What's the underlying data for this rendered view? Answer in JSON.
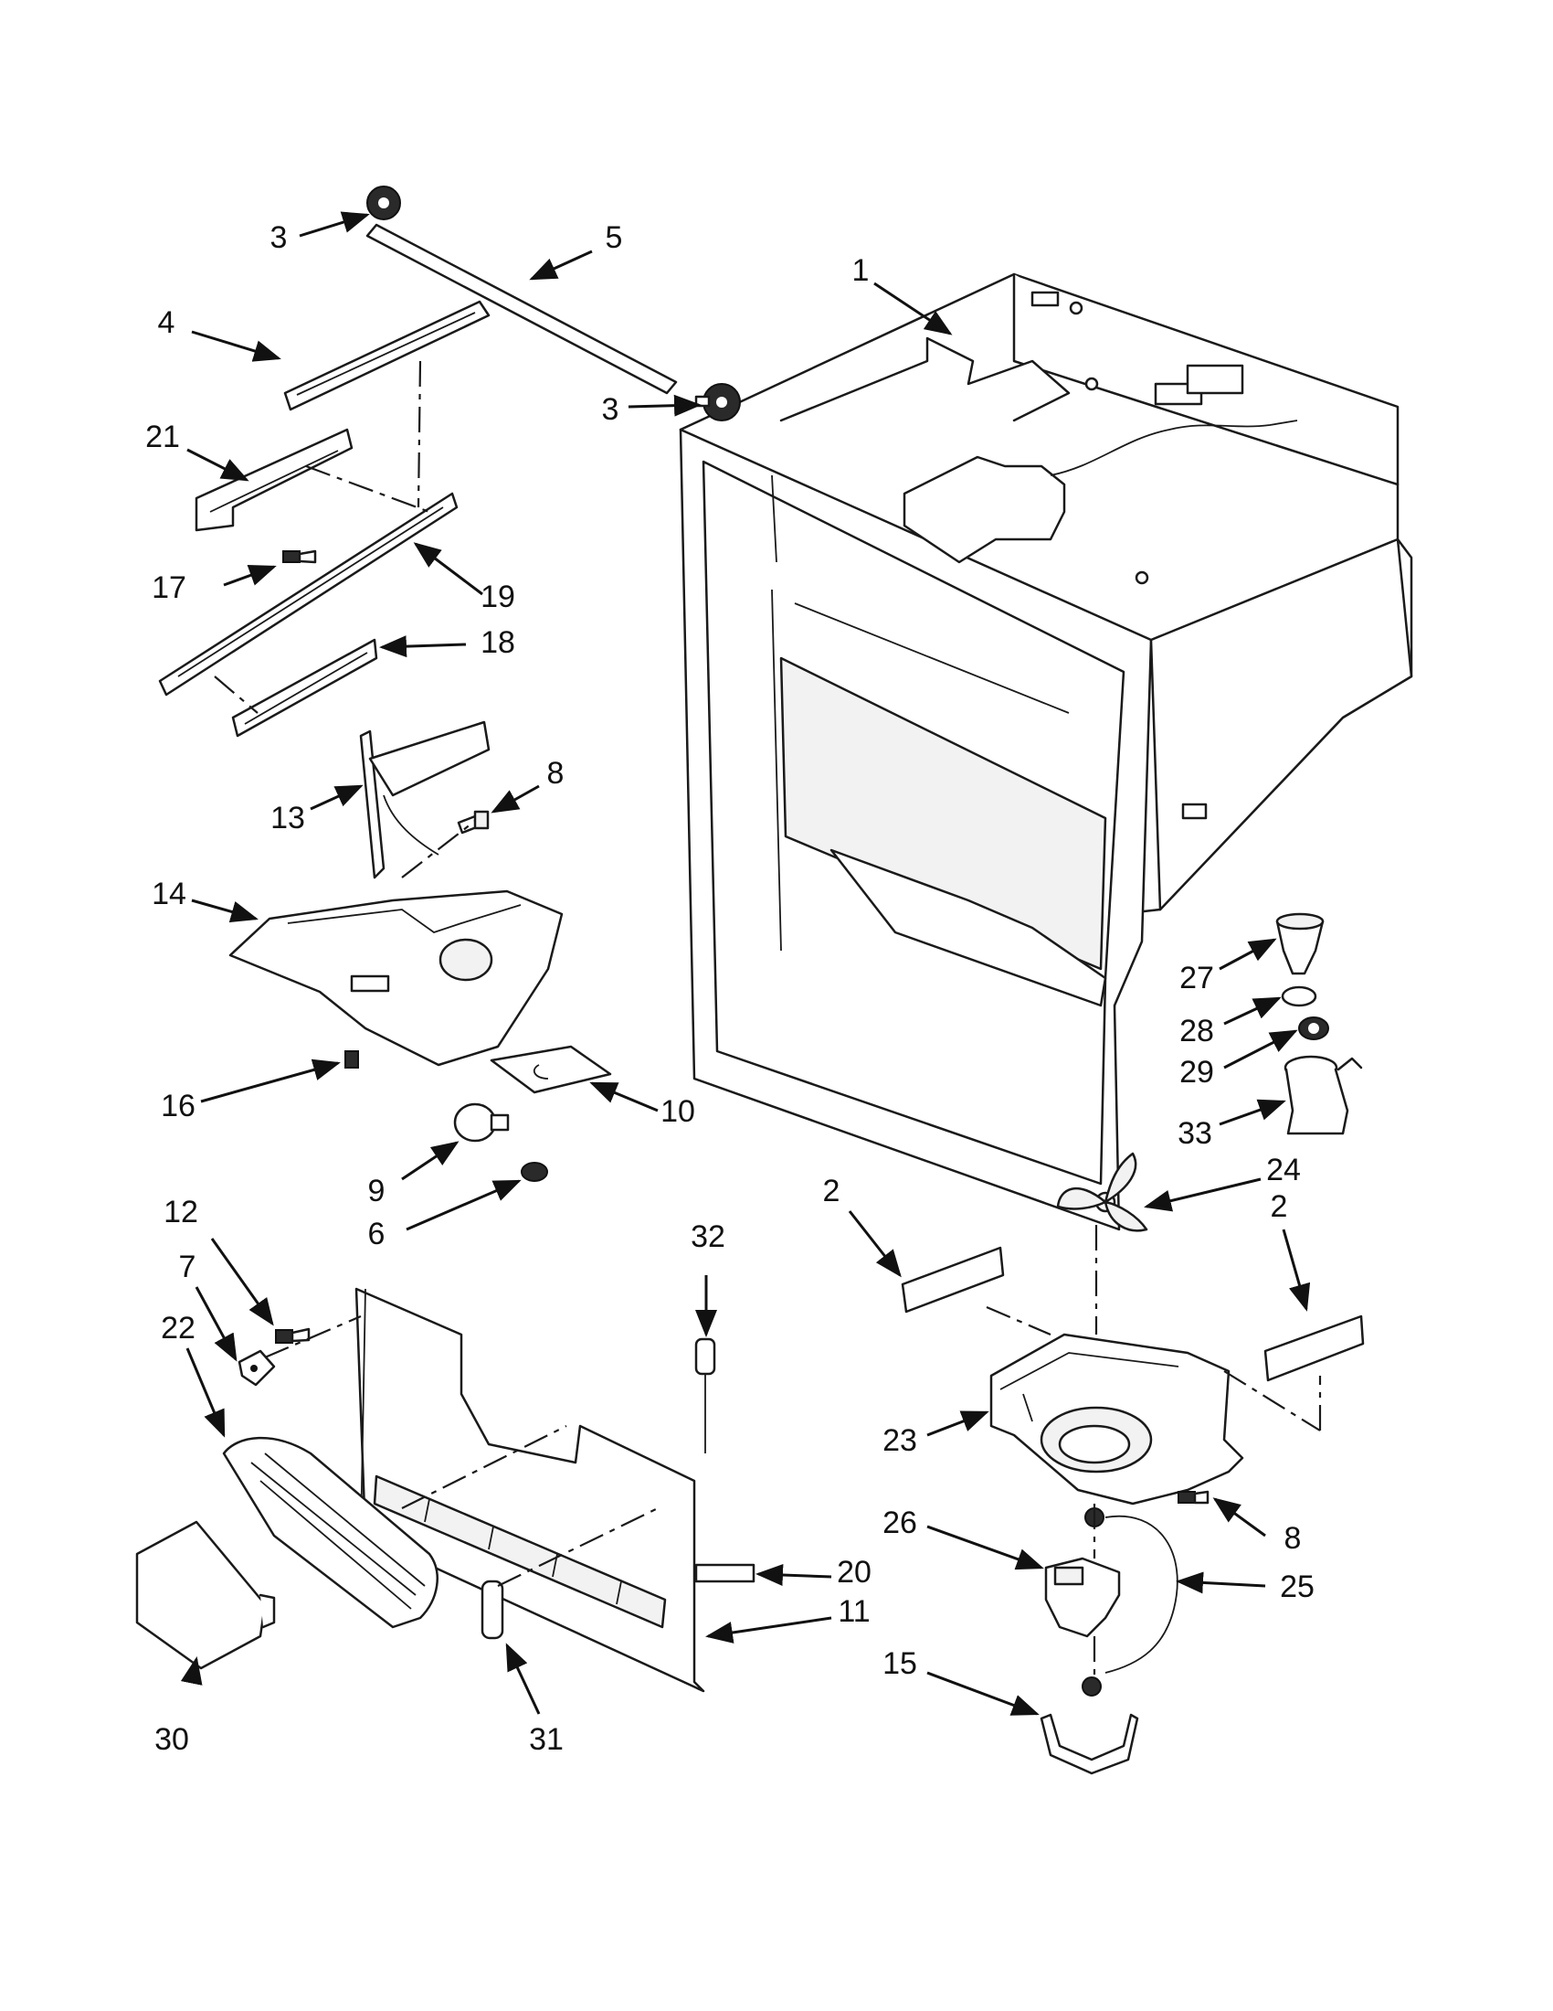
{
  "callouts": [
    {
      "id": "c1",
      "label": "1"
    },
    {
      "id": "c2a",
      "label": "2"
    },
    {
      "id": "c2b",
      "label": "2"
    },
    {
      "id": "c3a",
      "label": "3"
    },
    {
      "id": "c3b",
      "label": "3"
    },
    {
      "id": "c4",
      "label": "4"
    },
    {
      "id": "c5",
      "label": "5"
    },
    {
      "id": "c6",
      "label": "6"
    },
    {
      "id": "c7",
      "label": "7"
    },
    {
      "id": "c8a",
      "label": "8"
    },
    {
      "id": "c8b",
      "label": "8"
    },
    {
      "id": "c9",
      "label": "9"
    },
    {
      "id": "c10",
      "label": "10"
    },
    {
      "id": "c11",
      "label": "11"
    },
    {
      "id": "c12",
      "label": "12"
    },
    {
      "id": "c13",
      "label": "13"
    },
    {
      "id": "c14",
      "label": "14"
    },
    {
      "id": "c15",
      "label": "15"
    },
    {
      "id": "c16",
      "label": "16"
    },
    {
      "id": "c17",
      "label": "17"
    },
    {
      "id": "c18",
      "label": "18"
    },
    {
      "id": "c19",
      "label": "19"
    },
    {
      "id": "c20",
      "label": "20"
    },
    {
      "id": "c21",
      "label": "21"
    },
    {
      "id": "c22",
      "label": "22"
    },
    {
      "id": "c23",
      "label": "23"
    },
    {
      "id": "c24",
      "label": "24"
    },
    {
      "id": "c25",
      "label": "25"
    },
    {
      "id": "c26",
      "label": "26"
    },
    {
      "id": "c27",
      "label": "27"
    },
    {
      "id": "c28",
      "label": "28"
    },
    {
      "id": "c29",
      "label": "29"
    },
    {
      "id": "c30",
      "label": "30"
    },
    {
      "id": "c31",
      "label": "31"
    },
    {
      "id": "c32",
      "label": "32"
    },
    {
      "id": "c33",
      "label": "33"
    }
  ]
}
